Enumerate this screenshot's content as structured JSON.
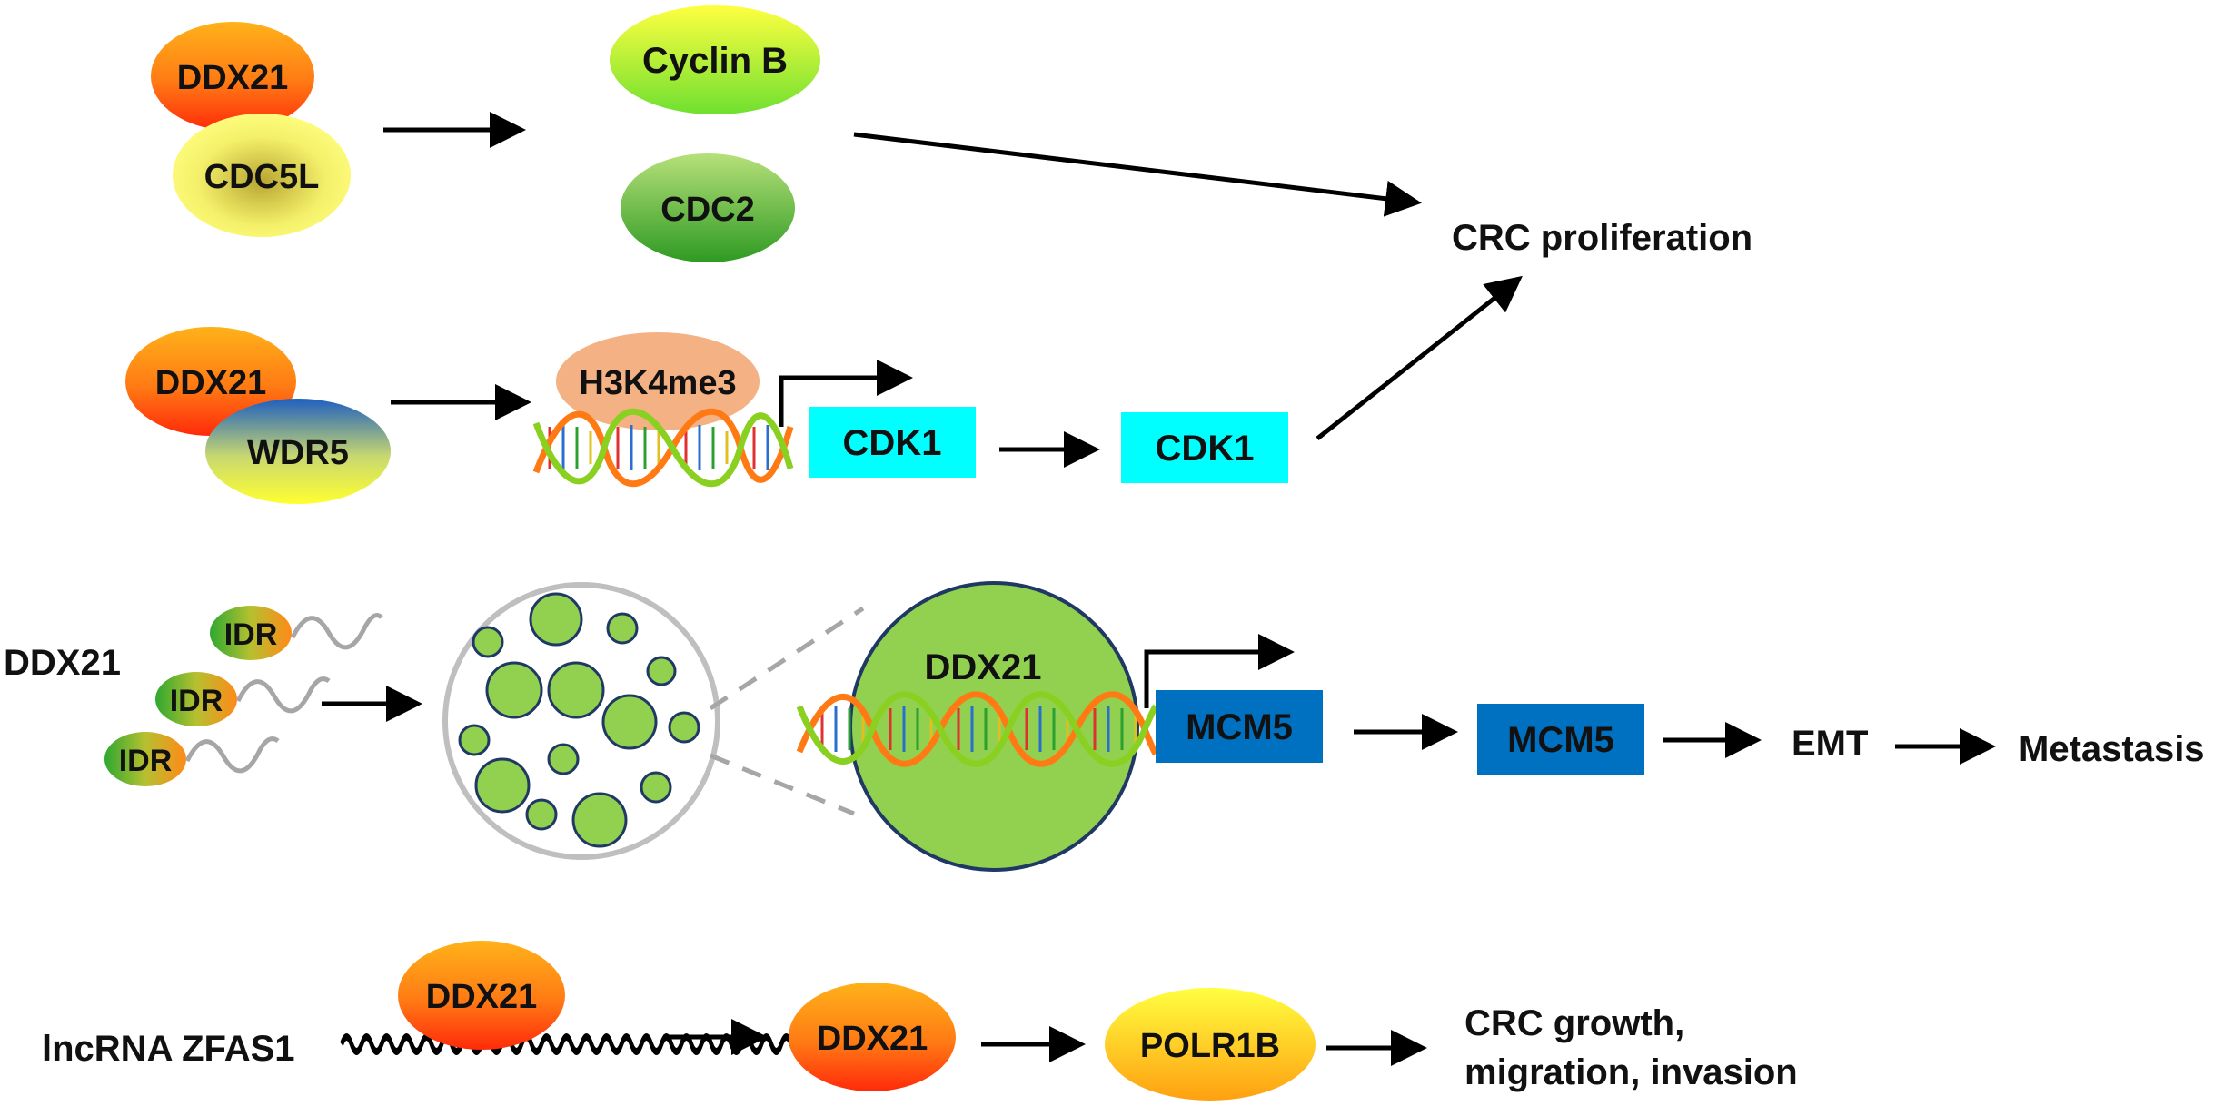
{
  "row1": {
    "ddx21": "DDX21",
    "cdc5l": "CDC5L",
    "cyclin_b": "Cyclin B",
    "cdc2": "CDC2"
  },
  "outcome_proliferation": "CRC proliferation",
  "row2": {
    "ddx21": "DDX21",
    "wdr5": "WDR5",
    "h3k4me3": "H3K4me3",
    "cdk1_gene": "CDK1",
    "cdk1_protein": "CDK1"
  },
  "row3": {
    "ddx21_label": "DDX21",
    "idr_labels": [
      "IDR",
      "IDR",
      "IDR"
    ],
    "condensate_label": "DDX21",
    "mcm5_gene": "MCM5",
    "mcm5_protein": "MCM5",
    "emt": "EMT",
    "metastasis": "Metastasis"
  },
  "row4": {
    "lncrna": "lncRNA ZFAS1",
    "ddx21_bound": "DDX21",
    "ddx21": "DDX21",
    "polr1b": "POLR1B",
    "outcome_line1": "CRC growth,",
    "outcome_line2": "migration, invasion"
  },
  "colors": {
    "ddx21": "#ff4a10",
    "cyan_box": "#00ffff",
    "blue_box": "#0070c0",
    "condensate_fill": "#92d050",
    "h3k4me3": "#f4b183",
    "arrow": "#000000"
  }
}
